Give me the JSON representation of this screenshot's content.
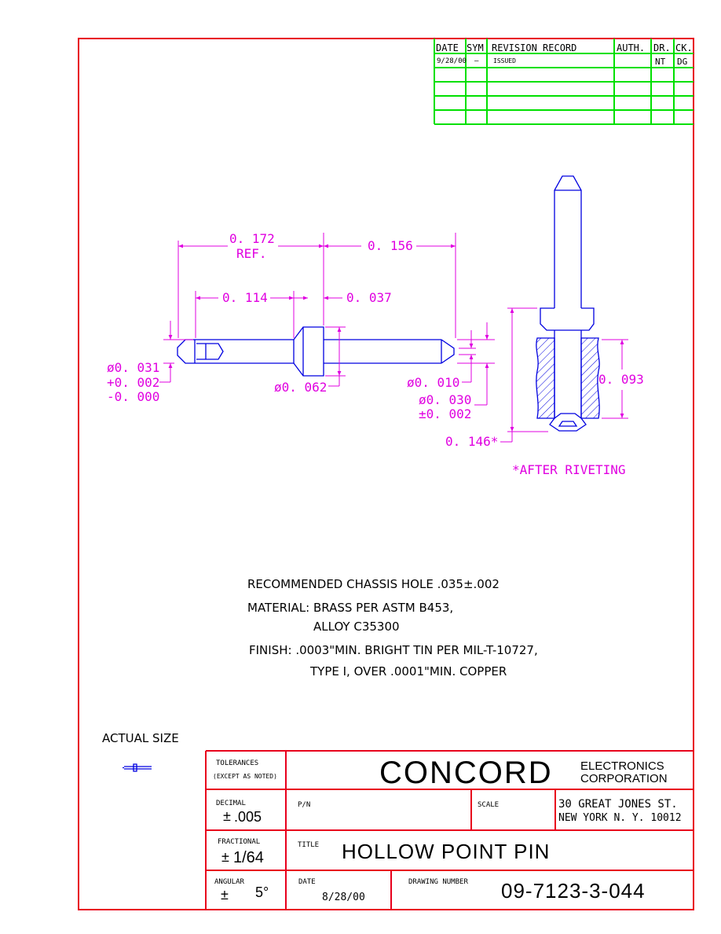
{
  "revision_block": {
    "headers": {
      "date": "DATE",
      "sym": "SYM",
      "record": "REVISION RECORD",
      "auth": "AUTH.",
      "dr": "DR.",
      "ck": "CK."
    },
    "rows": [
      {
        "date": "9/28/00",
        "sym": "–",
        "record": "ISSUED",
        "auth": "",
        "dr": "NT",
        "ck": "DG"
      }
    ]
  },
  "dimensions": {
    "overall_length": "0. 172",
    "overall_length_ref": "REF.",
    "shank_length": "0. 156",
    "head_offset": "0. 114",
    "flange_thickness": "0. 037",
    "tip_diameter": "ø0. 031",
    "tip_tol_plus": "+0. 002",
    "tip_tol_minus": "-0. 000",
    "flange_diameter": "ø0. 062",
    "bore_diameter": "ø0. 010",
    "shank_diameter": "ø0. 030",
    "shank_tol": "±0. 002",
    "after_riveting_length": "0. 146*",
    "chassis_thickness": "0. 093",
    "after_riveting_note": "*AFTER RIVETING"
  },
  "notes": {
    "chassis_hole": "RECOMMENDED CHASSIS HOLE .035±.002",
    "material_1": "MATERIAL: BRASS PER ASTM B453,",
    "material_2": "ALLOY C35300",
    "finish_1": "FINISH: .0003\"MIN. BRIGHT TIN PER MIL-T-10727,",
    "finish_2": "TYPE I, OVER .0001\"MIN. COPPER",
    "actual_size": "ACTUAL SIZE"
  },
  "title_block": {
    "tolerances_label": "TOLERANCES",
    "tolerances_sub": "(EXCEPT AS NOTED)",
    "company_name": "CONCORD",
    "company_line_1": "ELECTRONICS",
    "company_line_2": "CORPORATION",
    "decimal_label": "DECIMAL",
    "decimal_value": ".005",
    "pn_label": "P/N",
    "pn_value": "",
    "scale_label": "SCALE",
    "scale_value": "",
    "address_1": "30 GREAT JONES ST.",
    "address_2": "NEW YORK N. Y.  10012",
    "fractional_label": "FRACTIONAL",
    "fractional_value": "1/64",
    "title_label": "TITLE",
    "title_value": "HOLLOW POINT PIN",
    "angular_label": "ANGULAR",
    "angular_value": "5°",
    "date_label": "DATE",
    "date_value": "8/28/00",
    "drawing_number_label": "DRAWING NUMBER",
    "drawing_number_value": "09-7123-3-044"
  },
  "colors": {
    "border": "#e8001c",
    "revision_grid": "#00e000",
    "part_outline": "#0000e0",
    "dimension": "#e000e0",
    "text": "#000000"
  }
}
